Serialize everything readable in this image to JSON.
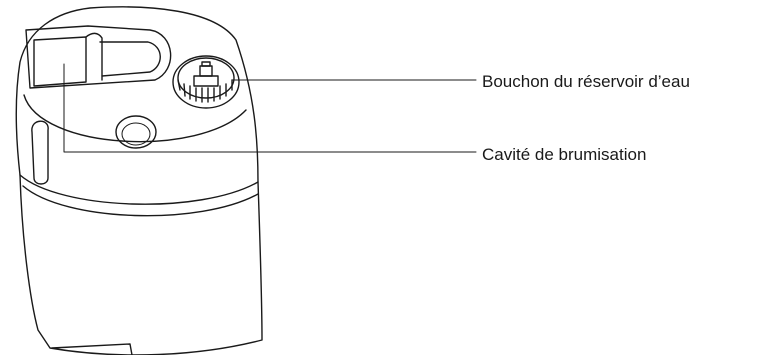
{
  "callouts": [
    {
      "id": "water-tank-cap",
      "label": "Bouchon du réservoir d’eau"
    },
    {
      "id": "misting-cavity",
      "label": "Cavité de brumisation"
    }
  ],
  "colors": {
    "outline": "#1a1a1a",
    "background": "#ffffff"
  }
}
